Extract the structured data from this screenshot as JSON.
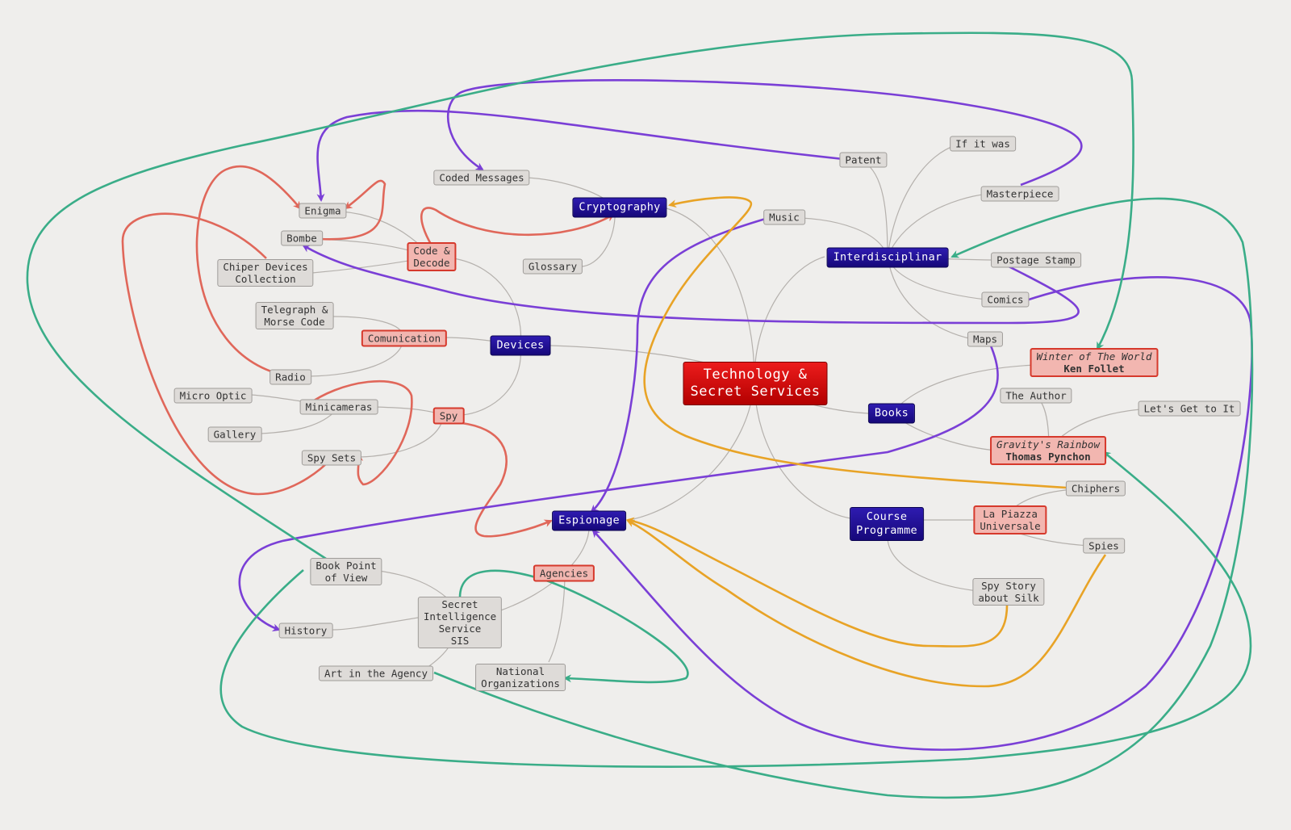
{
  "colors": {
    "background": "#efeeec",
    "connector": "#b5b1ad",
    "red_arrow": "#e0675a",
    "purple_arrow": "#7a3fd6",
    "orange_arrow": "#e8a326",
    "green_arrow": "#3aad88"
  },
  "nodes": {
    "root": [
      "Technology &",
      "Secret Services"
    ],
    "cryptography": "Cryptography",
    "devices": "Devices",
    "espionage": "Espionage",
    "interdisciplinar": "Interdisciplinar",
    "books": "Books",
    "course_programme": [
      "Course",
      "Programme"
    ],
    "coded_messages": "Coded Messages",
    "glossary": "Glossary",
    "code_decode": [
      "Code &",
      "Decode"
    ],
    "enigma": "Enigma",
    "bombe": "Bombe",
    "chiper_devices": [
      "Chiper Devices",
      "Collection"
    ],
    "telegraph": [
      "Telegraph &",
      "Morse Code"
    ],
    "comunication": "Comunication",
    "radio": "Radio",
    "micro_optic": "Micro Optic",
    "minicameras": "Minicameras",
    "gallery": "Gallery",
    "spy": "Spy",
    "spy_sets": "Spy Sets",
    "agencies": "Agencies",
    "book_point": [
      "Book Point",
      "of View"
    ],
    "sis": [
      "Secret",
      "Intelligence",
      "Service",
      "SIS"
    ],
    "history": "History",
    "art_agency": "Art in the Agency",
    "national_orgs": [
      "National",
      "Organizations"
    ],
    "music": "Music",
    "patent": "Patent",
    "if_it_was": "If it was",
    "masterpiece": "Masterpiece",
    "postage_stamp": "Postage Stamp",
    "comics": "Comics",
    "maps": "Maps",
    "winter_world": [
      "Winter of The World",
      "Ken Follet"
    ],
    "the_author": "The Author",
    "lets_get": "Let's Get to It",
    "gravitys_rainbow": [
      "Gravity's Rainbow",
      "Thomas Pynchon"
    ],
    "chiphers": "Chiphers",
    "la_piazza": [
      "La Piazza",
      "Universale"
    ],
    "spies": "Spies",
    "spy_story": [
      "Spy Story",
      "about Silk"
    ]
  }
}
